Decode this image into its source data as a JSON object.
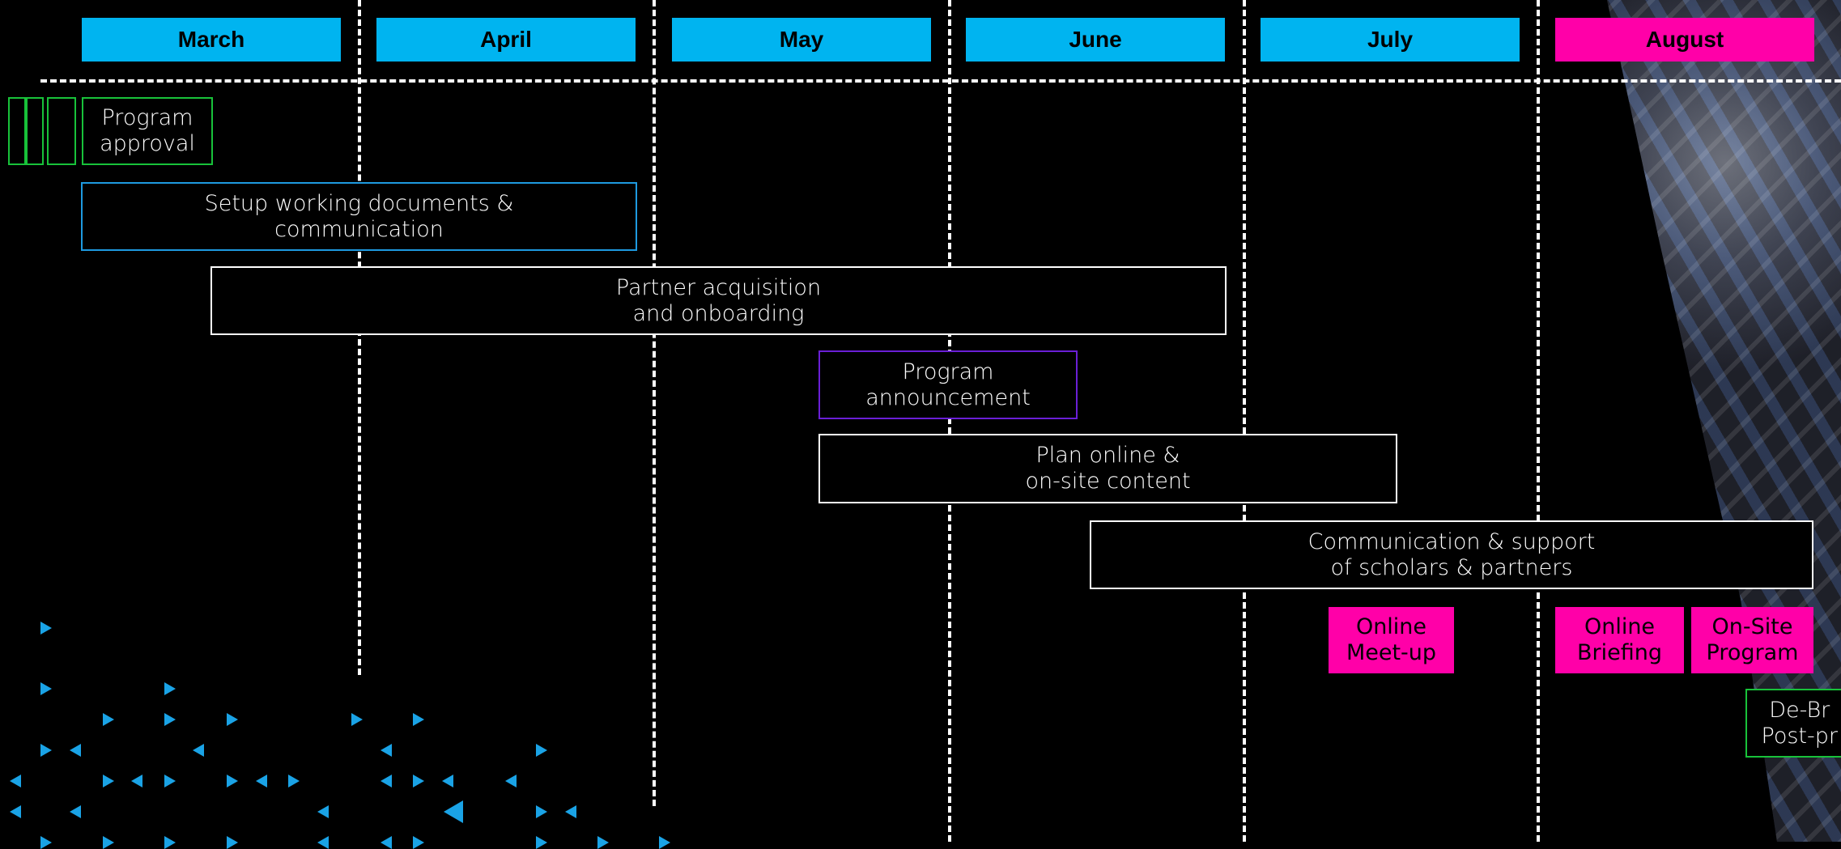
{
  "months": [
    "March",
    "April",
    "May",
    "June",
    "July",
    "August"
  ],
  "highlighted_month": "August",
  "tasks": {
    "program_approval": "Program\napproval",
    "setup_docs": "Setup working documents &\ncommunication",
    "partner_acquisition": "Partner acquisition\nand onboarding",
    "program_announcement": "Program\nannouncement",
    "plan_content": "Plan online &\non-site content",
    "communication_support": "Communication & support\nof scholars & partners",
    "debrief": "De-Br\nPost-pr"
  },
  "events": {
    "online_meetup": "Online\nMeet-up",
    "online_briefing": "Online\nBriefing",
    "onsite_program": "On-Site\nProgram"
  },
  "colors": {
    "month": "#00b4f0",
    "highlight": "#ff00a8",
    "approval_border": "#18c23a",
    "setup_border": "#1e9ae0",
    "announcement_border": "#6a1fd6",
    "triangles": "#1aa3e6"
  }
}
